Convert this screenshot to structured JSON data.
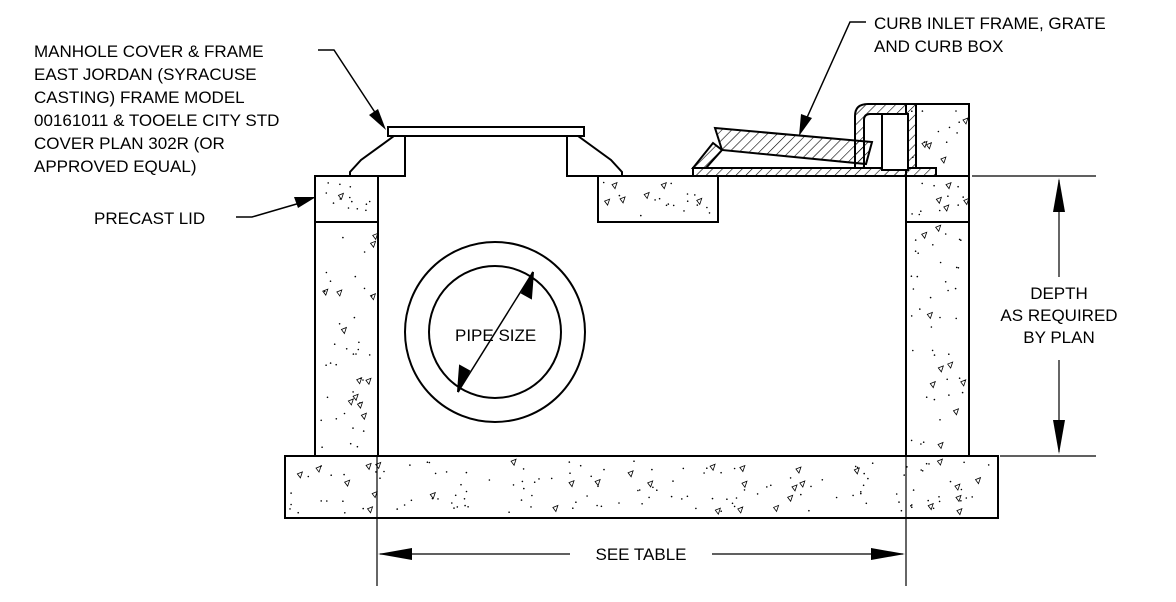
{
  "callouts": {
    "manhole_cover": [
      "MANHOLE COVER & FRAME",
      "EAST JORDAN (SYRACUSE",
      "CASTING) FRAME MODEL",
      "00161011 & TOOELE CITY STD",
      "COVER PLAN 302R (OR",
      "APPROVED EQUAL)"
    ],
    "curb_inlet": [
      "CURB INLET FRAME, GRATE",
      "AND CURB BOX"
    ],
    "precast_lid": "PRECAST LID",
    "pipe_size": "PIPE SIZE",
    "depth": [
      "DEPTH",
      "AS REQUIRED",
      "BY PLAN"
    ],
    "see_table": "SEE TABLE"
  },
  "colors": {
    "line": "#000000",
    "background": "#ffffff"
  }
}
